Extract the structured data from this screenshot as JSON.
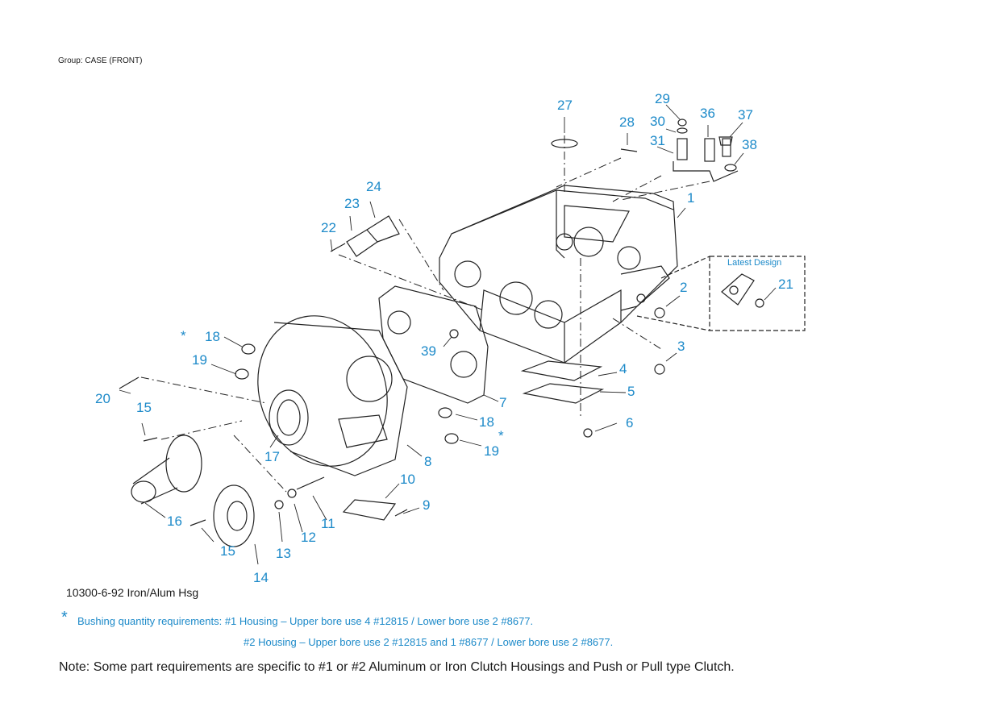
{
  "group_label": "Group: CASE (FRONT)",
  "callouts": [
    "1",
    "2",
    "3",
    "4",
    "5",
    "6",
    "7",
    "8",
    "9",
    "10",
    "11",
    "12",
    "13",
    "14",
    "15",
    "15",
    "16",
    "17",
    "18",
    "18",
    "19",
    "19",
    "20",
    "21",
    "22",
    "23",
    "24",
    "27",
    "28",
    "29",
    "30",
    "31",
    "36",
    "37",
    "38",
    "39"
  ],
  "asterisk": "*",
  "latest_design_label": "Latest Design",
  "caption": "10300-6-92 Iron/Alum Hsg",
  "bushing_note_line1": "Bushing quantity requirements: #1 Housing – Upper bore use 4 #12815  /  Lower bore use 2 #8677.",
  "bushing_note_line2": "#2 Housing – Upper bore use 2 #12815 and 1 #8677  /  Lower bore use 2 #8677.",
  "footer_note": "Note: Some part requirements are specific to #1 or #2 Aluminum or Iron Clutch Housings and Push or Pull type Clutch.",
  "colors": {
    "callout": "#1d8ac9",
    "line_art": "#222222",
    "text": "#1a1a1a"
  }
}
